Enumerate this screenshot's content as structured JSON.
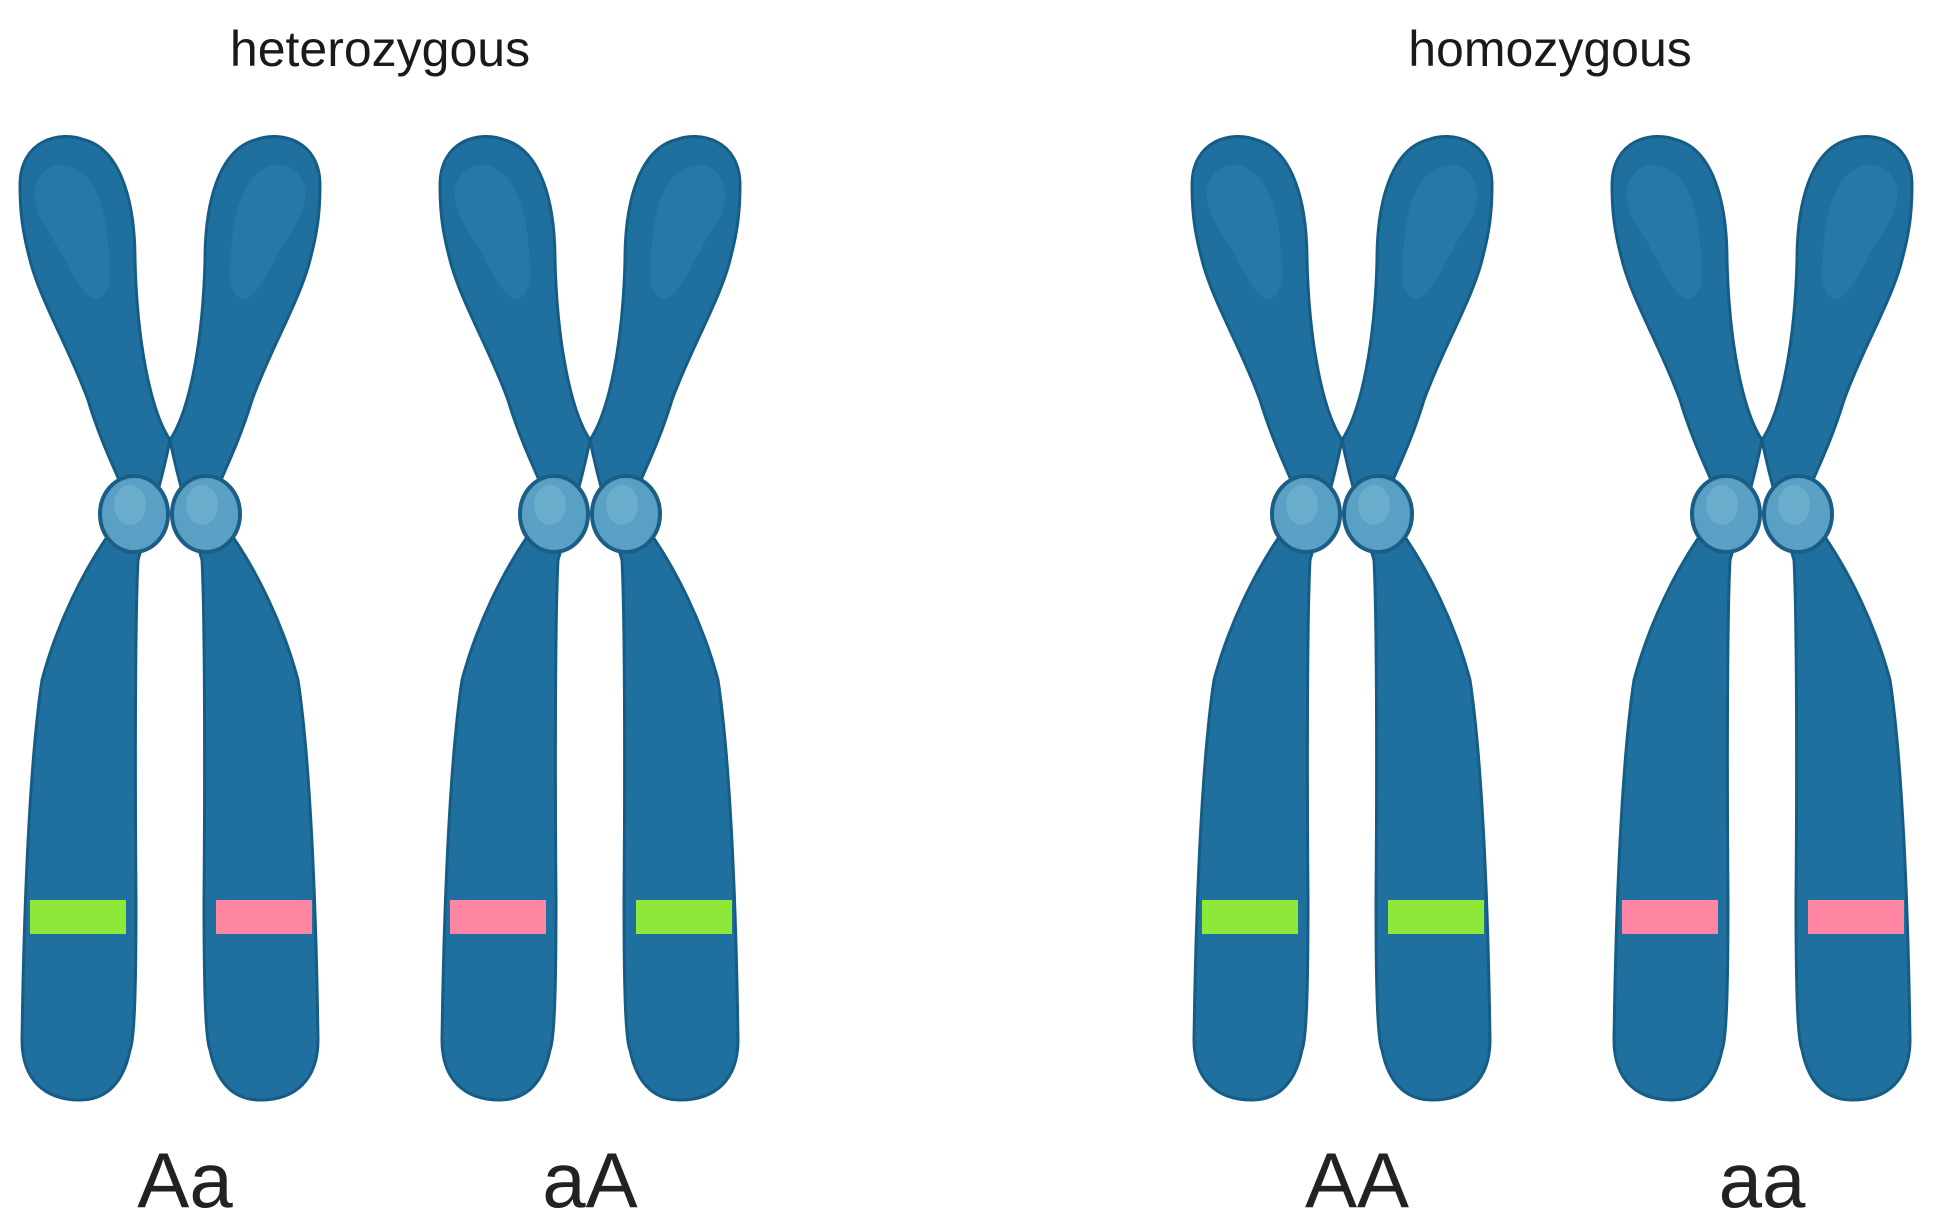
{
  "groups": [
    {
      "title": "heterozygous",
      "pairs": [
        {
          "genotype": "Aa",
          "alleles": [
            "A",
            "a"
          ]
        },
        {
          "genotype": "aA",
          "alleles": [
            "a",
            "A"
          ]
        }
      ]
    },
    {
      "title": "homozygous",
      "pairs": [
        {
          "genotype": "AA",
          "alleles": [
            "A",
            "A"
          ]
        },
        {
          "genotype": "aa",
          "alleles": [
            "a",
            "a"
          ]
        }
      ]
    }
  ],
  "colors": {
    "chromosome": "#1f6f9f",
    "chromosome_edge": "#165d86",
    "chromosome_highlight": "#2a7fb0",
    "centromere": "#5aa0c4",
    "centromere_edge": "#1b5e85",
    "allele_A": "#8ee83a",
    "allele_a": "#ff87a4"
  }
}
